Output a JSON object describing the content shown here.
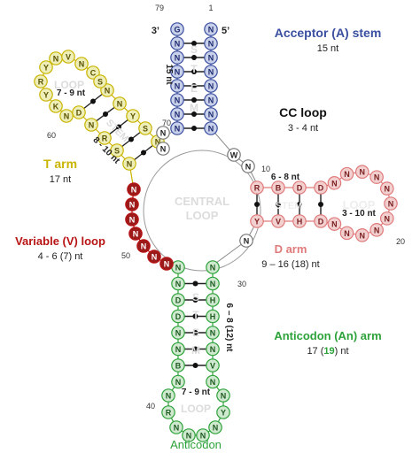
{
  "title": "Cichlids tRNA",
  "colors": {
    "acceptor": "#3a4fa0",
    "acceptor_fill": "#c9d0ea",
    "tarm": "#c9b400",
    "tarm_fill": "#eeeeb8",
    "variable": "#b81414",
    "variable_fill": "#9c1a1a",
    "darm": "#e07a7a",
    "darm_fill": "#f3d0d0",
    "anticodon": "#2ea23a",
    "anticodon_fill": "#cfe9cf",
    "connector_fill": "#ffffff",
    "ghost": "#dcdcdc"
  },
  "labels": {
    "acceptor_stem": "Acceptor (A) stem",
    "acceptor_nt": "15 nt",
    "cc_loop": "CC loop",
    "cc_nt": "3 - 4 nt",
    "t_arm": "T arm",
    "t_arm_nt": "17 nt",
    "variable_loop": "Variable (V) loop",
    "variable_nt": "4 - 6 (7) nt",
    "d_arm": "D arm",
    "d_arm_nt": "9 – 16 (18) nt",
    "anticodon_arm": "Anticodon (An) arm",
    "anticodon_arm_nt_a": "17 (",
    "anticodon_arm_nt_b": "19",
    "anticodon_arm_nt_c": ") nt",
    "anticodon": "Anticodon",
    "central_loop": "CENTRAL",
    "central_loop2": "LOOP",
    "stem": "STEM",
    "loop": "LOOP",
    "end3": "3’",
    "end5": "5’",
    "t_stem_nt": "15 nt",
    "t_loop_nt": "7 - 9 nt",
    "t_stem_len": "8 - 10 nt",
    "d_stem_len": "6 - 8 nt",
    "d_loop_nt": "3 - 10 nt",
    "an_stem_len": "6 – 8 (12) nt",
    "an_loop_nt": "7 - 9 nt",
    "pos_1": "1",
    "pos_79": "79",
    "pos_10": "10",
    "pos_20": "20",
    "pos_30": "30",
    "pos_40": "40",
    "pos_50": "50",
    "pos_60": "60",
    "pos_70": "70"
  },
  "nucleotides": {
    "acceptor_left": [
      "G",
      "N",
      "N",
      "N",
      "N",
      "N",
      "N",
      "N"
    ],
    "acceptor_right": [
      "N",
      "N",
      "N",
      "N",
      "N",
      "N",
      "N",
      "N"
    ],
    "connector_top": [
      "W",
      "N"
    ],
    "d_stem_top": [
      "R",
      "B",
      "D",
      "D"
    ],
    "d_stem_bottom": [
      "Y",
      "V",
      "H",
      "D"
    ],
    "d_loop": [
      "N",
      "N",
      "N",
      "N",
      "N",
      "N",
      "N",
      "N",
      "N",
      "N",
      "N"
    ],
    "connector_right": [
      "N"
    ],
    "an_stem_left": [
      "N",
      "N",
      "D",
      "D",
      "N",
      "N",
      "B",
      "N"
    ],
    "an_stem_right": [
      "N",
      "N",
      "H",
      "H",
      "N",
      "N",
      "V",
      "N"
    ],
    "an_loop": [
      "N",
      "R",
      "N",
      "N",
      "N",
      "N",
      "Y",
      "N"
    ],
    "variable": [
      "N",
      "N",
      "N",
      "N",
      "N",
      "N",
      "N"
    ],
    "t_stem_top": [
      "N",
      "S",
      "Y",
      "N",
      "N"
    ],
    "t_stem_bottom": [
      "N",
      "S",
      "R",
      "N",
      "D"
    ],
    "t_loop": [
      "N",
      "K",
      "Y",
      "R",
      "Y",
      "N",
      "V",
      "N",
      "C",
      "S"
    ],
    "connector_cc": [
      "N",
      "N"
    ]
  }
}
